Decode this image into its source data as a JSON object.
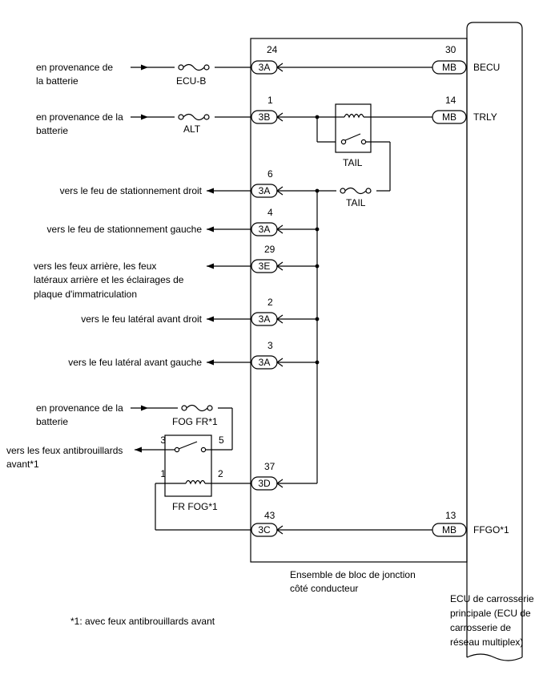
{
  "jb": {
    "pins": [
      {
        "num": "24",
        "conn": "3A"
      },
      {
        "num": "1",
        "conn": "3B"
      },
      {
        "num": "6",
        "conn": "3A"
      },
      {
        "num": "4",
        "conn": "3A"
      },
      {
        "num": "29",
        "conn": "3E"
      },
      {
        "num": "2",
        "conn": "3A"
      },
      {
        "num": "3",
        "conn": "3A"
      },
      {
        "num": "37",
        "conn": "3D"
      },
      {
        "num": "43",
        "conn": "3C"
      }
    ],
    "caption_line1": "Ensemble de bloc de jonction",
    "caption_line2": "côté conducteur"
  },
  "ecu": {
    "pins": [
      {
        "num": "30",
        "conn": "MB",
        "signal": "BECU"
      },
      {
        "num": "14",
        "conn": "MB",
        "signal": "TRLY"
      },
      {
        "num": "13",
        "conn": "MB",
        "signal": "FFGO*1"
      }
    ],
    "caption": [
      "ECU de carrosserie",
      "principale (ECU de",
      "carrosserie de",
      "réseau multiplex)"
    ]
  },
  "inputs": {
    "becu_src": [
      "en provenance de",
      "la batterie"
    ],
    "alt_src": [
      "en provenance de la",
      "batterie"
    ],
    "fog_src": [
      "en provenance de la",
      "batterie"
    ]
  },
  "fuses": {
    "ecub": "ECU-B",
    "alt": "ALT",
    "tail": "TAIL",
    "fog_fr": "FOG FR*1"
  },
  "relays": {
    "tail": "TAIL",
    "fr_fog": "FR FOG*1",
    "fr_fog_pins": {
      "p1": "1",
      "p2": "2",
      "p3": "3",
      "p5": "5"
    }
  },
  "outputs": {
    "park_right": "vers le feu de stationnement droit",
    "park_left": "vers le feu de stationnement gauche",
    "rear": [
      "vers les feux arrière, les feux",
      "latéraux arrière et les éclairages de",
      "plaque d'immatriculation"
    ],
    "side_right": "vers le feu latéral avant droit",
    "side_left": "vers le feu latéral avant gauche",
    "fog": [
      "vers les feux antibrouillards",
      "avant*1"
    ]
  },
  "footnote": "*1: avec feux antibrouillards avant"
}
